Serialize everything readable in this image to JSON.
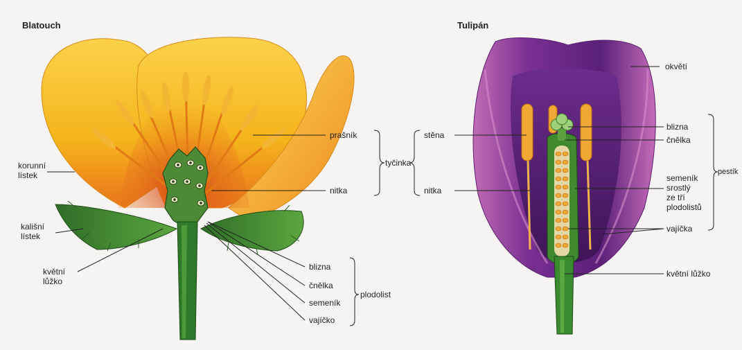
{
  "titles": {
    "left": "Blatouch",
    "right": "Tulipán"
  },
  "left_labels": {
    "korunni_listek": "korunní\nlístek",
    "kalisni_listek": "kališní\nlístek",
    "kvetni_luzko": "květní\nlůžko",
    "prasnik": "prašník",
    "nitka": "nitka",
    "tycinka": "tyčinka",
    "blizna": "blizna",
    "cnelka": "čnělka",
    "semenik": "semeník",
    "vajicko": "vajíčko",
    "plodolist": "plodolist"
  },
  "right_labels": {
    "stena": "stěna",
    "nitka": "nitka",
    "okveti": "okvětí",
    "blizna": "blizna",
    "cnelka": "čnělka",
    "semenik": "semeník\nsrostlý\nze tří\nplodolistů",
    "vajicka": "vajíčka",
    "pestik": "pestík",
    "kvetni_luzko": "květní lůžko"
  },
  "colors": {
    "petal_yellow": "#f5b41c",
    "petal_orange": "#e9741a",
    "sepal_green": "#3f8a2f",
    "stem_green": "#2f7a2a",
    "tulip_purple": "#6a2a86",
    "tulip_magenta": "#b24aa6",
    "ovule_orange": "#f0b24a"
  }
}
